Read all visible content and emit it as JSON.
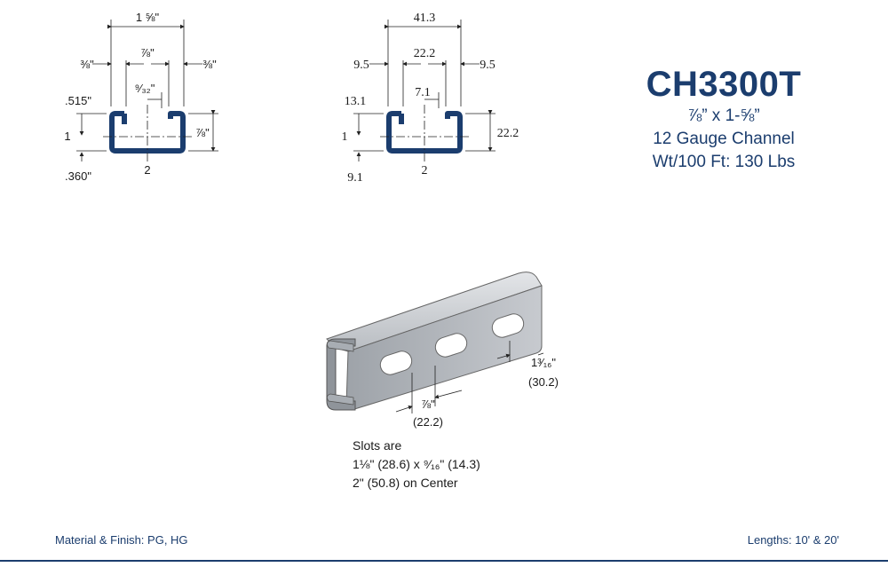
{
  "product": {
    "part_number": "CH3300T",
    "size": "⅞” x 1-⅝”",
    "description": "12 Gauge Channel",
    "weight": "Wt/100 Ft: 130 Lbs"
  },
  "imperial_diagram": {
    "overall_width": "1 ⅝\"",
    "left_flange": "⅜\"",
    "right_flange": "⅜\"",
    "opening": "⅞\"",
    "lip": "⁹⁄₃₂\"",
    "height": "⅞\"",
    "top_dim": ".515\"",
    "bottom_dim": ".360\"",
    "axis_1": "1",
    "axis_2": "2"
  },
  "metric_diagram": {
    "overall_width": "41.3",
    "left_flange": "9.5",
    "right_flange": "9.5",
    "opening": "22.2",
    "lip": "7.1",
    "height": "22.2",
    "top_dim": "13.1",
    "bottom_dim": "9.1",
    "axis_1": "1",
    "axis_2": "2"
  },
  "iso_view": {
    "slot_spacing_in": "⅞\"",
    "slot_spacing_mm": "(22.2)",
    "end_dim_in": "1³⁄₁₆\"",
    "end_dim_mm": "(30.2)"
  },
  "slots_note": {
    "line1": "Slots are",
    "line2": "1⅛\" (28.6) x ⁹⁄₁₆\" (14.3)",
    "line3": "2\" (50.8) on Center"
  },
  "footer": {
    "material": "Material & Finish: PG, HG",
    "lengths": "Lengths: 10' & 20'"
  },
  "colors": {
    "brand_navy": "#1b3d6e",
    "channel_steel": "#c9ccd0"
  }
}
